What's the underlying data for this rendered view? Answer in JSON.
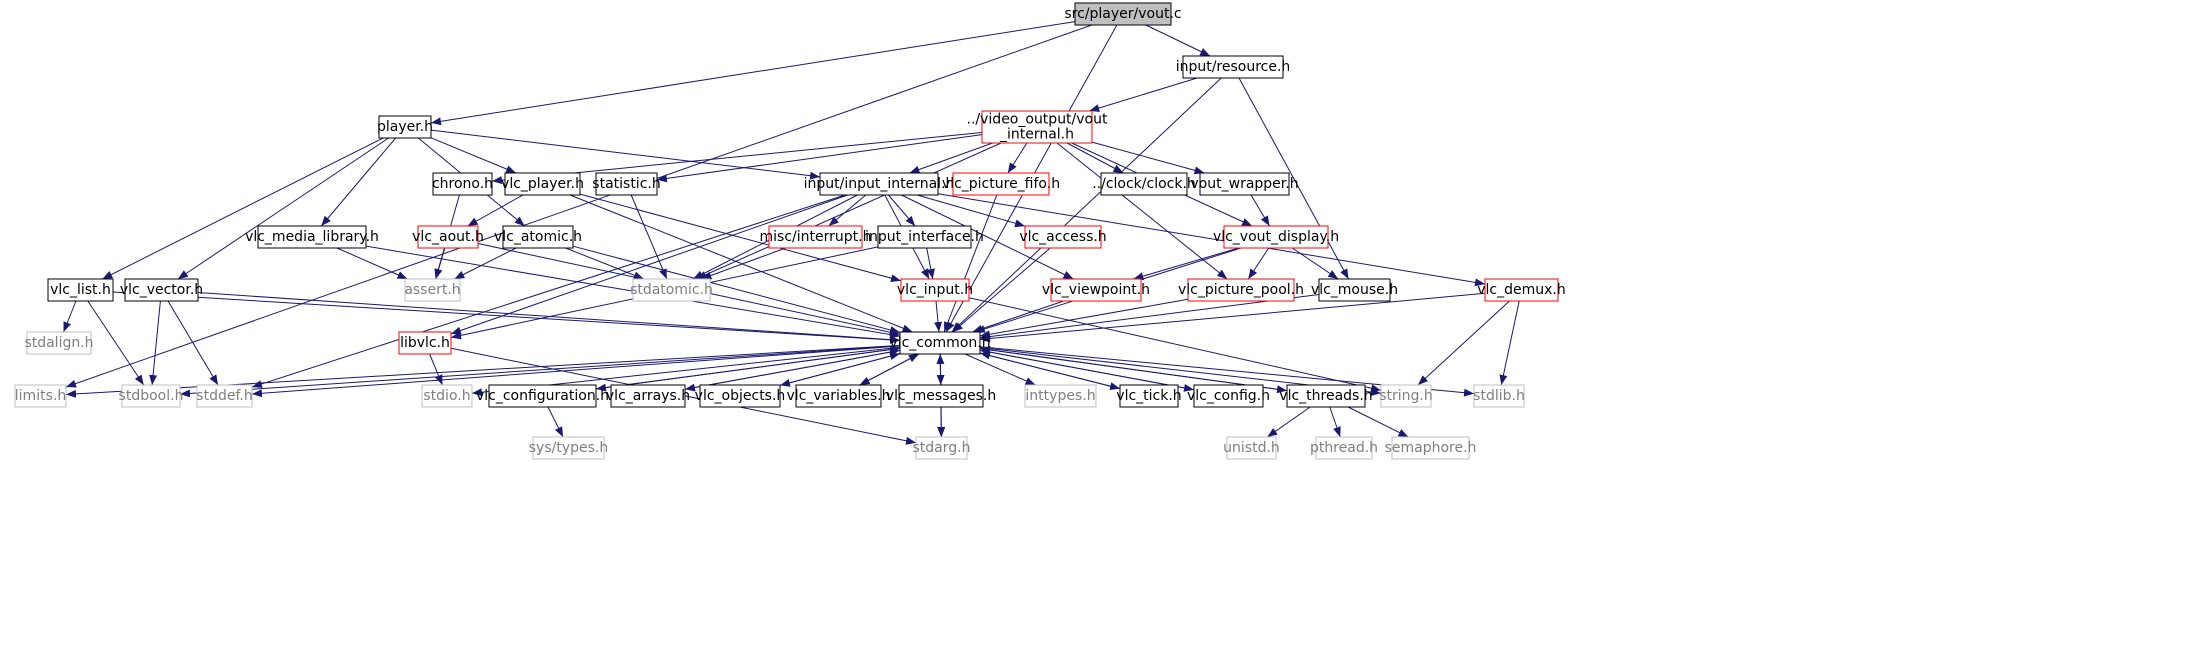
{
  "graph": {
    "colors": {
      "edge": "#191970",
      "normal_border": "#000000",
      "truncated_border": "#ff0000",
      "system_border": "#bfbfbf",
      "system_text": "#7f7f7f",
      "root_fill": "#bfbfbf",
      "text": "#000000"
    },
    "nodes": [
      {
        "id": "n1",
        "lines": [
          "src/player/vout.c"
        ],
        "style": "root"
      },
      {
        "id": "n2",
        "lines": [
          "input/resource.h"
        ],
        "style": "normal"
      },
      {
        "id": "n3",
        "lines": [
          "player.h"
        ],
        "style": "normal"
      },
      {
        "id": "n4",
        "lines": [
          "../video_output/vout",
          "_internal.h"
        ],
        "style": "truncated"
      },
      {
        "id": "n5",
        "lines": [
          "chrono.h"
        ],
        "style": "normal"
      },
      {
        "id": "n6",
        "lines": [
          "vlc_player.h"
        ],
        "style": "normal"
      },
      {
        "id": "n7",
        "lines": [
          "statistic.h"
        ],
        "style": "normal"
      },
      {
        "id": "n8",
        "lines": [
          "input/input_internal.h"
        ],
        "style": "normal"
      },
      {
        "id": "n9",
        "lines": [
          "vlc_picture_fifo.h"
        ],
        "style": "truncated"
      },
      {
        "id": "n10",
        "lines": [
          "../clock/clock.h"
        ],
        "style": "normal"
      },
      {
        "id": "n11",
        "lines": [
          "vout_wrapper.h"
        ],
        "style": "normal"
      },
      {
        "id": "n12",
        "lines": [
          "vlc_media_library.h"
        ],
        "style": "normal"
      },
      {
        "id": "n13",
        "lines": [
          "vlc_aout.h"
        ],
        "style": "truncated"
      },
      {
        "id": "n14",
        "lines": [
          "vlc_atomic.h"
        ],
        "style": "normal"
      },
      {
        "id": "n15",
        "lines": [
          "misc/interrupt.h"
        ],
        "style": "truncated"
      },
      {
        "id": "n16",
        "lines": [
          "input_interface.h"
        ],
        "style": "normal"
      },
      {
        "id": "n17",
        "lines": [
          "vlc_access.h"
        ],
        "style": "truncated"
      },
      {
        "id": "n18",
        "lines": [
          "vlc_vout_display.h"
        ],
        "style": "truncated"
      },
      {
        "id": "n19",
        "lines": [
          "vlc_list.h"
        ],
        "style": "normal"
      },
      {
        "id": "n20",
        "lines": [
          "vlc_vector.h"
        ],
        "style": "normal"
      },
      {
        "id": "n21",
        "lines": [
          "assert.h"
        ],
        "style": "system"
      },
      {
        "id": "n22",
        "lines": [
          "stdatomic.h"
        ],
        "style": "system"
      },
      {
        "id": "n23",
        "lines": [
          "vlc_input.h"
        ],
        "style": "truncated"
      },
      {
        "id": "n24",
        "lines": [
          "vlc_viewpoint.h"
        ],
        "style": "truncated"
      },
      {
        "id": "n25",
        "lines": [
          "vlc_picture_pool.h"
        ],
        "style": "truncated"
      },
      {
        "id": "n26",
        "lines": [
          "vlc_mouse.h"
        ],
        "style": "normal"
      },
      {
        "id": "n27",
        "lines": [
          "vlc_demux.h"
        ],
        "style": "truncated"
      },
      {
        "id": "n28",
        "lines": [
          "stdalign.h"
        ],
        "style": "system"
      },
      {
        "id": "n29",
        "lines": [
          "libvlc.h"
        ],
        "style": "truncated"
      },
      {
        "id": "n30",
        "lines": [
          "vlc_common.h"
        ],
        "style": "normal"
      },
      {
        "id": "n31",
        "lines": [
          "limits.h"
        ],
        "style": "system"
      },
      {
        "id": "n32",
        "lines": [
          "stdbool.h"
        ],
        "style": "system"
      },
      {
        "id": "n33",
        "lines": [
          "stddef.h"
        ],
        "style": "system"
      },
      {
        "id": "n34",
        "lines": [
          "stdio.h"
        ],
        "style": "system"
      },
      {
        "id": "n35",
        "lines": [
          "vlc_configuration.h"
        ],
        "style": "normal"
      },
      {
        "id": "n36",
        "lines": [
          "vlc_arrays.h"
        ],
        "style": "normal"
      },
      {
        "id": "n37",
        "lines": [
          "vlc_objects.h"
        ],
        "style": "normal"
      },
      {
        "id": "n38",
        "lines": [
          "vlc_variables.h"
        ],
        "style": "normal"
      },
      {
        "id": "n39",
        "lines": [
          "vlc_messages.h"
        ],
        "style": "normal"
      },
      {
        "id": "n40",
        "lines": [
          "inttypes.h"
        ],
        "style": "system"
      },
      {
        "id": "n41",
        "lines": [
          "vlc_tick.h"
        ],
        "style": "normal"
      },
      {
        "id": "n42",
        "lines": [
          "vlc_config.h"
        ],
        "style": "normal"
      },
      {
        "id": "n43",
        "lines": [
          "vlc_threads.h"
        ],
        "style": "normal"
      },
      {
        "id": "n44",
        "lines": [
          "string.h"
        ],
        "style": "system"
      },
      {
        "id": "n45",
        "lines": [
          "stdlib.h"
        ],
        "style": "system"
      },
      {
        "id": "n46",
        "lines": [
          "sys/types.h"
        ],
        "style": "system"
      },
      {
        "id": "n47",
        "lines": [
          "stdarg.h"
        ],
        "style": "system"
      },
      {
        "id": "n48",
        "lines": [
          "unistd.h"
        ],
        "style": "system"
      },
      {
        "id": "n49",
        "lines": [
          "pthread.h"
        ],
        "style": "system"
      },
      {
        "id": "n50",
        "lines": [
          "semaphore.h"
        ],
        "style": "system"
      }
    ],
    "edges": [
      [
        "n1",
        "n2"
      ],
      [
        "n1",
        "n3"
      ],
      [
        "n1",
        "n31"
      ],
      [
        "n1",
        "n30"
      ],
      [
        "n2",
        "n4"
      ],
      [
        "n2",
        "n30"
      ],
      [
        "n2",
        "n26"
      ],
      [
        "n3",
        "n6"
      ],
      [
        "n3",
        "n8"
      ],
      [
        "n3",
        "n12"
      ],
      [
        "n3",
        "n14"
      ],
      [
        "n3",
        "n19"
      ],
      [
        "n3",
        "n20"
      ],
      [
        "n4",
        "n5"
      ],
      [
        "n4",
        "n7"
      ],
      [
        "n4",
        "n8"
      ],
      [
        "n4",
        "n9"
      ],
      [
        "n4",
        "n10"
      ],
      [
        "n4",
        "n11"
      ],
      [
        "n4",
        "n18"
      ],
      [
        "n4",
        "n25"
      ],
      [
        "n4",
        "n22"
      ],
      [
        "n5",
        "n21"
      ],
      [
        "n6",
        "n13"
      ],
      [
        "n6",
        "n23"
      ],
      [
        "n6",
        "n30"
      ],
      [
        "n7",
        "n22"
      ],
      [
        "n8",
        "n15"
      ],
      [
        "n8",
        "n16"
      ],
      [
        "n8",
        "n17"
      ],
      [
        "n8",
        "n23"
      ],
      [
        "n8",
        "n24"
      ],
      [
        "n8",
        "n27"
      ],
      [
        "n8",
        "n29"
      ],
      [
        "n8",
        "n33"
      ],
      [
        "n8",
        "n22"
      ],
      [
        "n9",
        "n30"
      ],
      [
        "n11",
        "n18"
      ],
      [
        "n12",
        "n21"
      ],
      [
        "n12",
        "n30"
      ],
      [
        "n13",
        "n21"
      ],
      [
        "n13",
        "n30"
      ],
      [
        "n14",
        "n21"
      ],
      [
        "n14",
        "n22"
      ],
      [
        "n14",
        "n30"
      ],
      [
        "n15",
        "n22"
      ],
      [
        "n16",
        "n23"
      ],
      [
        "n16",
        "n29"
      ],
      [
        "n17",
        "n30"
      ],
      [
        "n18",
        "n24"
      ],
      [
        "n18",
        "n25"
      ],
      [
        "n18",
        "n26"
      ],
      [
        "n18",
        "n30"
      ],
      [
        "n19",
        "n28"
      ],
      [
        "n19",
        "n32"
      ],
      [
        "n19",
        "n30"
      ],
      [
        "n20",
        "n32"
      ],
      [
        "n20",
        "n33"
      ],
      [
        "n20",
        "n30"
      ],
      [
        "n23",
        "n30"
      ],
      [
        "n23",
        "n44"
      ],
      [
        "n24",
        "n30"
      ],
      [
        "n25",
        "n30"
      ],
      [
        "n26",
        "n30"
      ],
      [
        "n27",
        "n30"
      ],
      [
        "n27",
        "n44"
      ],
      [
        "n27",
        "n45"
      ],
      [
        "n29",
        "n34"
      ],
      [
        "n29",
        "n47"
      ],
      [
        "n30",
        "n31"
      ],
      [
        "n30",
        "n32"
      ],
      [
        "n30",
        "n33"
      ],
      [
        "n30",
        "n34"
      ],
      [
        "n30",
        "n35"
      ],
      [
        "n30",
        "n36"
      ],
      [
        "n30",
        "n37"
      ],
      [
        "n30",
        "n38"
      ],
      [
        "n30",
        "n39"
      ],
      [
        "n30",
        "n40"
      ],
      [
        "n30",
        "n41"
      ],
      [
        "n30",
        "n42"
      ],
      [
        "n30",
        "n43"
      ],
      [
        "n30",
        "n44"
      ],
      [
        "n30",
        "n45"
      ],
      [
        "n30",
        "n47"
      ],
      [
        "n35",
        "n30"
      ],
      [
        "n35",
        "n46"
      ],
      [
        "n36",
        "n30"
      ],
      [
        "n37",
        "n30"
      ],
      [
        "n38",
        "n30"
      ],
      [
        "n39",
        "n30"
      ],
      [
        "n39",
        "n47"
      ],
      [
        "n41",
        "n30"
      ],
      [
        "n42",
        "n30"
      ],
      [
        "n43",
        "n30"
      ],
      [
        "n43",
        "n48"
      ],
      [
        "n43",
        "n49"
      ],
      [
        "n43",
        "n50"
      ]
    ]
  }
}
